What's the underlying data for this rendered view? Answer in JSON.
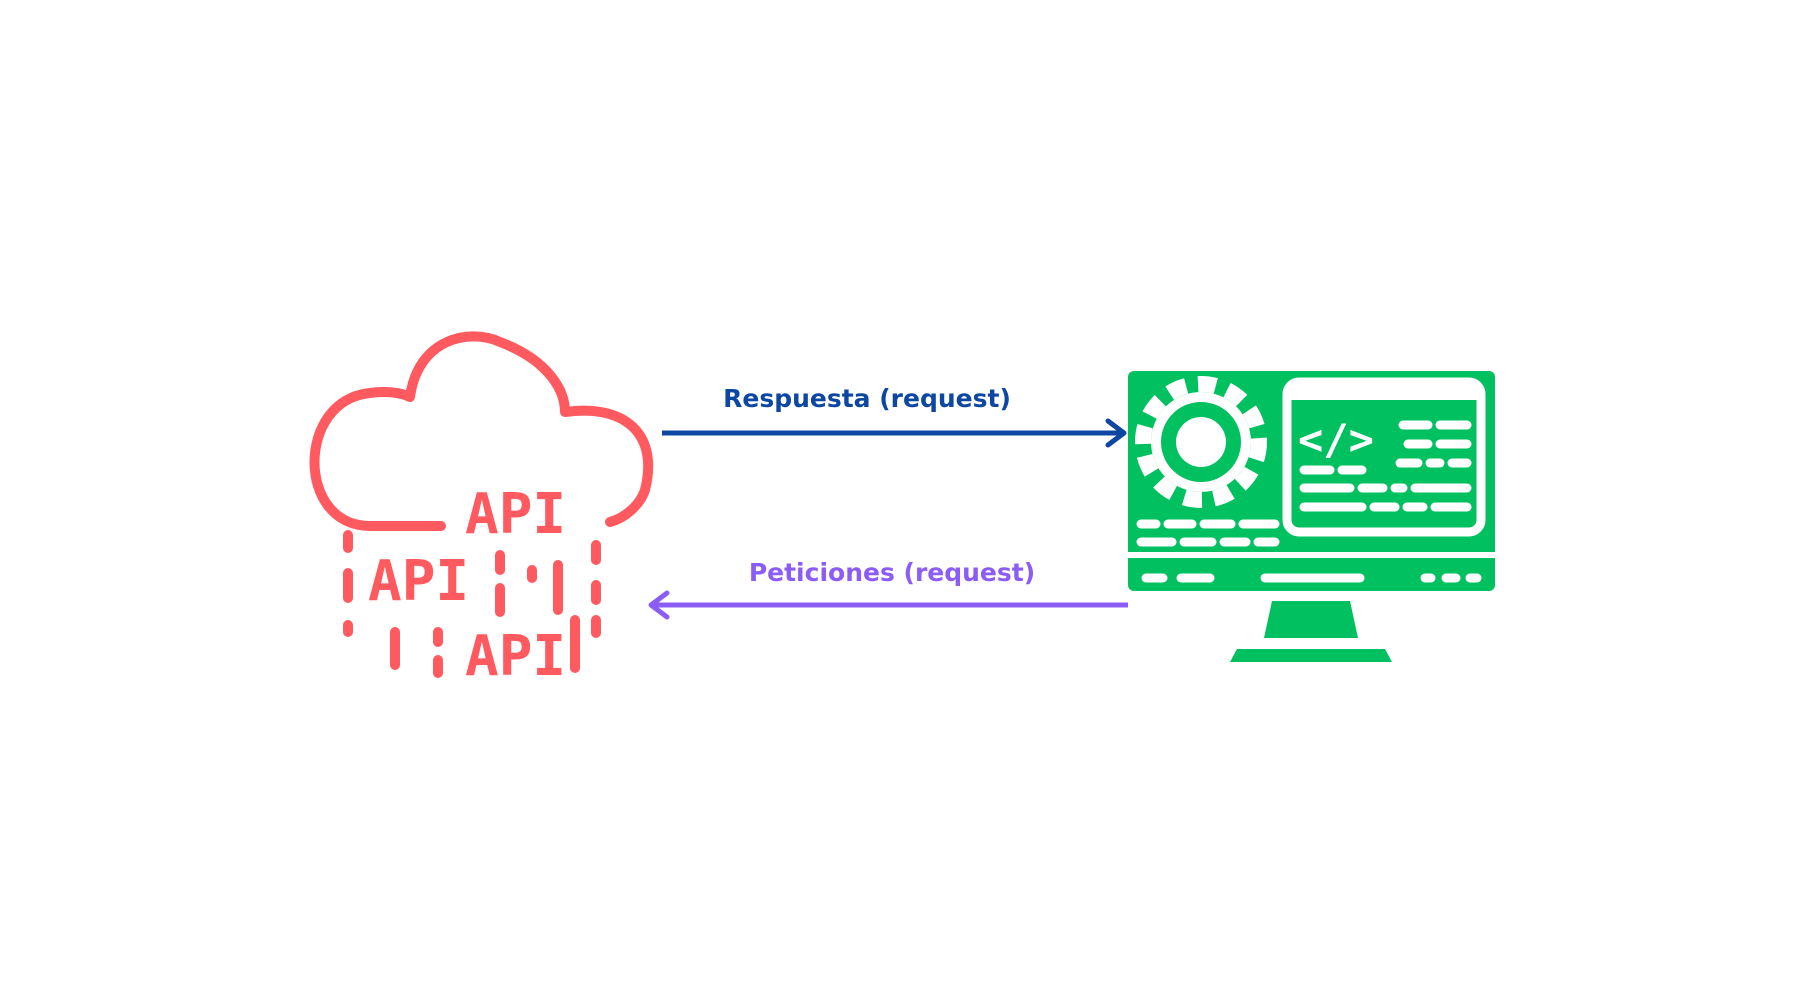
{
  "colors": {
    "background": "#ffffff",
    "cloud": "#ff5a5f",
    "response_arrow": "#0d47a1",
    "request_arrow": "#8b5cf6",
    "computer": "#00c060",
    "computer_detail": "#ffffff"
  },
  "cloud": {
    "icon": "cloud-api-icon",
    "api_labels": [
      "API",
      "API",
      "API"
    ]
  },
  "computer": {
    "icon": "developer-computer-icon",
    "code_symbol": "</>"
  },
  "arrows": {
    "response_label": "Respuesta (request)",
    "request_label": "Peticiones (request)"
  }
}
